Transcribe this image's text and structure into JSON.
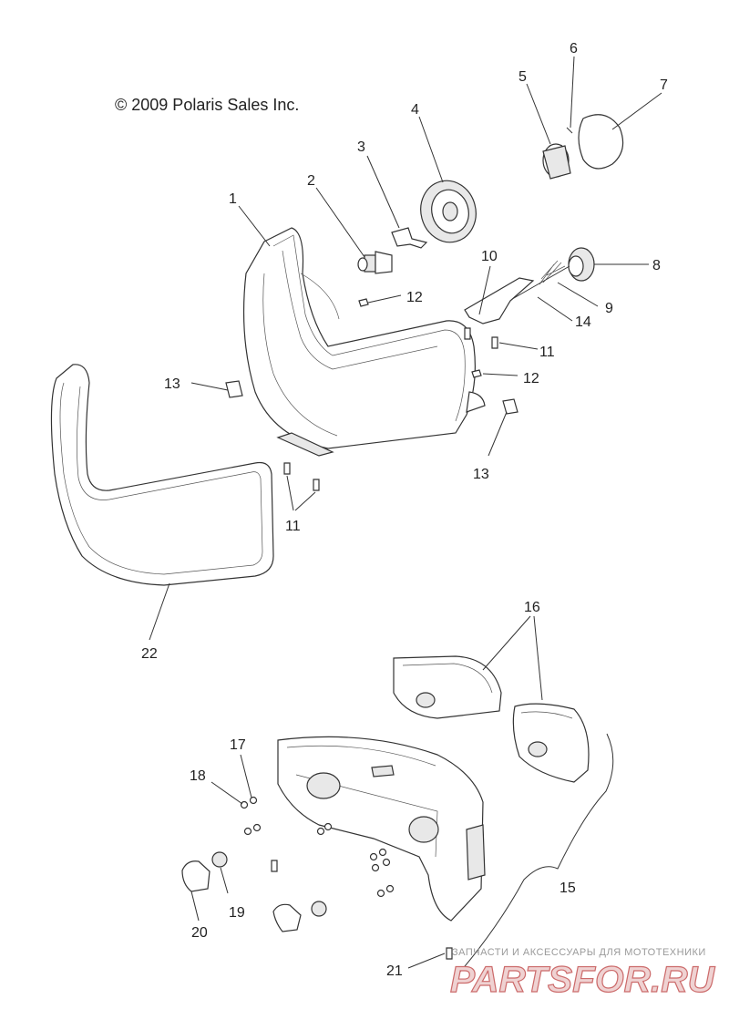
{
  "copyright": "© 2009 Polaris Sales Inc.",
  "callouts": [
    {
      "id": "c1",
      "label": "1"
    },
    {
      "id": "c2",
      "label": "2"
    },
    {
      "id": "c3",
      "label": "3"
    },
    {
      "id": "c4",
      "label": "4"
    },
    {
      "id": "c5",
      "label": "5"
    },
    {
      "id": "c6",
      "label": "6"
    },
    {
      "id": "c7",
      "label": "7"
    },
    {
      "id": "c8",
      "label": "8"
    },
    {
      "id": "c9",
      "label": "9"
    },
    {
      "id": "c10",
      "label": "10"
    },
    {
      "id": "c11a",
      "label": "11"
    },
    {
      "id": "c11b",
      "label": "11"
    },
    {
      "id": "c12a",
      "label": "12"
    },
    {
      "id": "c12b",
      "label": "12"
    },
    {
      "id": "c13a",
      "label": "13"
    },
    {
      "id": "c13b",
      "label": "13"
    },
    {
      "id": "c14",
      "label": "14"
    },
    {
      "id": "c15",
      "label": "15"
    },
    {
      "id": "c16",
      "label": "16"
    },
    {
      "id": "c17",
      "label": "17"
    },
    {
      "id": "c18",
      "label": "18"
    },
    {
      "id": "c19",
      "label": "19"
    },
    {
      "id": "c20",
      "label": "20"
    },
    {
      "id": "c21",
      "label": "21"
    },
    {
      "id": "c22",
      "label": "22"
    }
  ],
  "watermark": {
    "tagline": "ЗАПЧАСТИ И АКСЕССУАРЫ ДЛЯ МОТОТЕХНИКИ",
    "brand": "PARTSFOR.RU"
  }
}
